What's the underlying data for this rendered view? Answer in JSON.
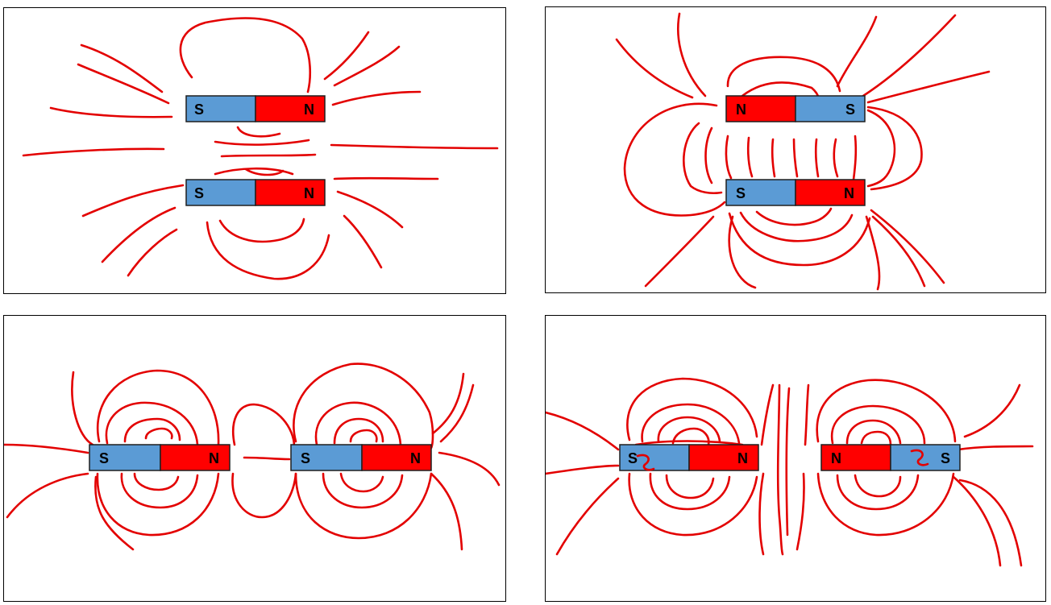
{
  "colors": {
    "north": "#ff0000",
    "south": "#5b9bd5",
    "field_line": "#e30000",
    "border": "#000000"
  },
  "panels": [
    {
      "id": "top-left",
      "magnets": [
        {
          "left": "S",
          "right": "N"
        },
        {
          "left": "S",
          "right": "N"
        }
      ]
    },
    {
      "id": "top-right",
      "magnets": [
        {
          "left": "N",
          "right": "S"
        },
        {
          "left": "S",
          "right": "N"
        }
      ]
    },
    {
      "id": "bottom-left",
      "magnets": [
        {
          "left": "S",
          "right": "N"
        },
        {
          "left": "S",
          "right": "N"
        }
      ]
    },
    {
      "id": "bottom-right",
      "magnets": [
        {
          "left": "S",
          "right": "N"
        },
        {
          "left": "N",
          "right": "S"
        }
      ]
    }
  ]
}
